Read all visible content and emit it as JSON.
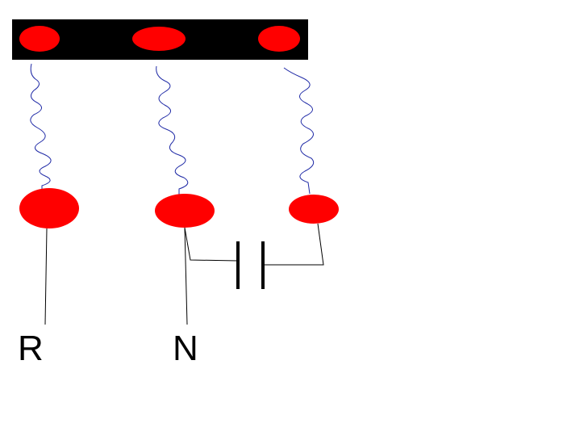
{
  "labels": {
    "left_terminal": "R",
    "middle_terminal": "N"
  },
  "colors": {
    "background": "#ffffff",
    "terminal_strip": "#000000",
    "terminal": "#ff0000",
    "wire": "#1f2aa6",
    "lead": "#000000",
    "capacitor": "#000000",
    "label": "#000000"
  },
  "components": {
    "terminal_strip_terminals": 3,
    "coils": 3,
    "end_terminals": 3,
    "capacitor": 1
  }
}
